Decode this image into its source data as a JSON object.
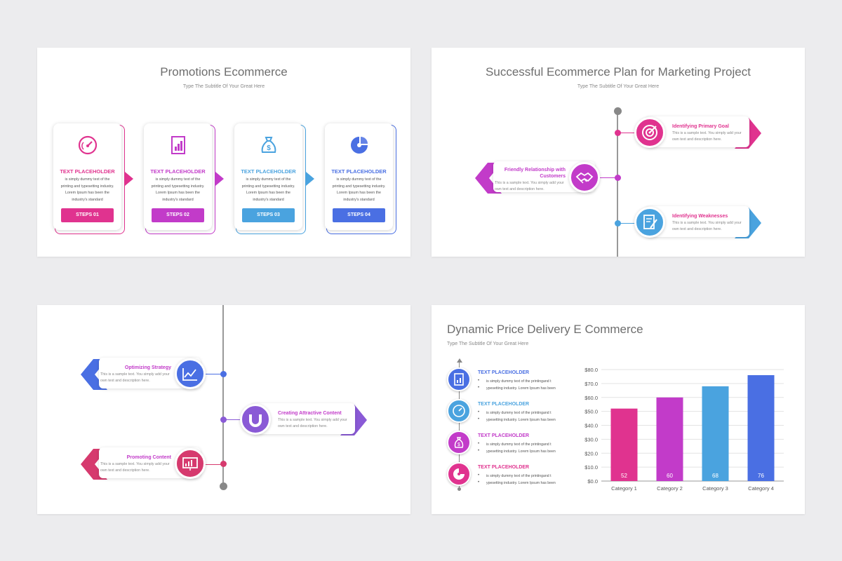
{
  "slide1": {
    "title": "Promotions Ecommerce",
    "subtitle": "Type The Subtitle Of Your Great Here",
    "cards": [
      {
        "icon": "gauge-icon",
        "heading": "TEXT PLACEHOLDER",
        "lines": [
          "is simply dummy text of the",
          "printing and typesetting industry.",
          "Lorem Ipsum has been the",
          "industry's standard"
        ],
        "button": "STEPS 01",
        "color": "#e0338f"
      },
      {
        "icon": "bar-chart-doc-icon",
        "heading": "TEXT PLACEHOLDER",
        "lines": [
          "is simply dummy text of the",
          "printing and typesetting industry.",
          "Lorem Ipsum has been the",
          "industry's standard"
        ],
        "button": "STEPS 02",
        "color": "#c23bc9"
      },
      {
        "icon": "money-bag-icon",
        "heading": "TEXT PLACEHOLDER",
        "lines": [
          "is simply dummy text of the",
          "printing and typesetting industry.",
          "Lorem Ipsum has been the",
          "industry's standard"
        ],
        "button": "STEPS 03",
        "color": "#4aa3df"
      },
      {
        "icon": "pie-chart-icon",
        "heading": "TEXT PLACEHOLDER",
        "lines": [
          "is simply dummy text of the",
          "printing and typesetting industry.",
          "Lorem Ipsum has been the",
          "industry's standard"
        ],
        "button": "STEPS 04",
        "color": "#4a6fe3"
      }
    ]
  },
  "slide2": {
    "title": "Successful Ecommerce Plan for Marketing Project",
    "subtitle": "Type The Subtitle Of Your Great Here",
    "items": [
      {
        "heading": "Identifying Primary Goal",
        "lines": [
          "This is a sample text. You simply add your",
          "own text and description here."
        ],
        "icon": "target-icon",
        "color": "#e0338f"
      },
      {
        "heading": "Friendly Relationship with Customers",
        "heading_lines": [
          "Friendly Relationship with",
          "Customers"
        ],
        "lines": [
          "This is a sample text. You simply add your",
          "own text and description here."
        ],
        "icon": "handshake-icon",
        "color": "#c23bc9"
      },
      {
        "heading": "Identifying Weaknesses",
        "lines": [
          "This is a sample text. You simply add your",
          "own text and description here."
        ],
        "icon": "document-pen-icon",
        "color": "#4aa3df"
      }
    ]
  },
  "slide3": {
    "items": [
      {
        "heading": "Optimizing Strategy",
        "lines": [
          "This is a sample text. You simply add your",
          "own text and description here."
        ],
        "icon": "line-chart-icon",
        "color": "#4a6fe3"
      },
      {
        "heading": "Creating Attractive Content",
        "lines": [
          "This is a sample text. You simply add your",
          "own text and description here."
        ],
        "icon": "magnet-icon",
        "color": "#8a5ad6"
      },
      {
        "heading": "Promoting Content",
        "lines": [
          "This is a sample text. You simply add your",
          "own text and description here."
        ],
        "icon": "presentation-icon",
        "color": "#d63a6e"
      }
    ]
  },
  "slide4": {
    "title": "Dynamic Price Delivery E Commerce",
    "subtitle": "Type The Subtitle Of Your Great Here",
    "list": [
      {
        "heading": "TEXT PLACEHOLDER",
        "bullets": [
          "is simply dummy text of the printingand t",
          "ypesetting industry. Lorem Ipsum has been"
        ],
        "icon": "bar-chart-doc-icon",
        "color": "#4a6fe3"
      },
      {
        "heading": "TEXT PLACEHOLDER",
        "bullets": [
          "is simply dummy text of the printingand t",
          "ypesetting industry. Lorem Ipsum has been"
        ],
        "icon": "gauge-icon",
        "color": "#4aa3df"
      },
      {
        "heading": "TEXT PLACEHOLDER",
        "bullets": [
          "is simply dummy text of the printingand t",
          "ypesetting industry. Lorem Ipsum has been"
        ],
        "icon": "money-bag-icon",
        "color": "#c23bc9"
      },
      {
        "heading": "TEXT PLACEHOLDER",
        "bullets": [
          "is simply dummy text of the printingand t",
          "ypesetting industry. Lorem Ipsum has been"
        ],
        "icon": "pie-chart-icon",
        "color": "#e0338f"
      }
    ]
  },
  "chart_data": {
    "type": "bar",
    "categories": [
      "Category 1",
      "Category 2",
      "Category 3",
      "Category 4"
    ],
    "values": [
      52,
      60,
      68,
      76
    ],
    "colors": [
      "#e0338f",
      "#c23bc9",
      "#4aa3df",
      "#4a6fe3"
    ],
    "ylim": [
      0,
      80
    ],
    "yticks": [
      "$0.0",
      "$10.0",
      "$20.0",
      "$30.0",
      "$40.0",
      "$50.0",
      "$60.0",
      "$70.0",
      "$80.0"
    ],
    "grid": true,
    "title": "",
    "xlabel": "",
    "ylabel": ""
  }
}
